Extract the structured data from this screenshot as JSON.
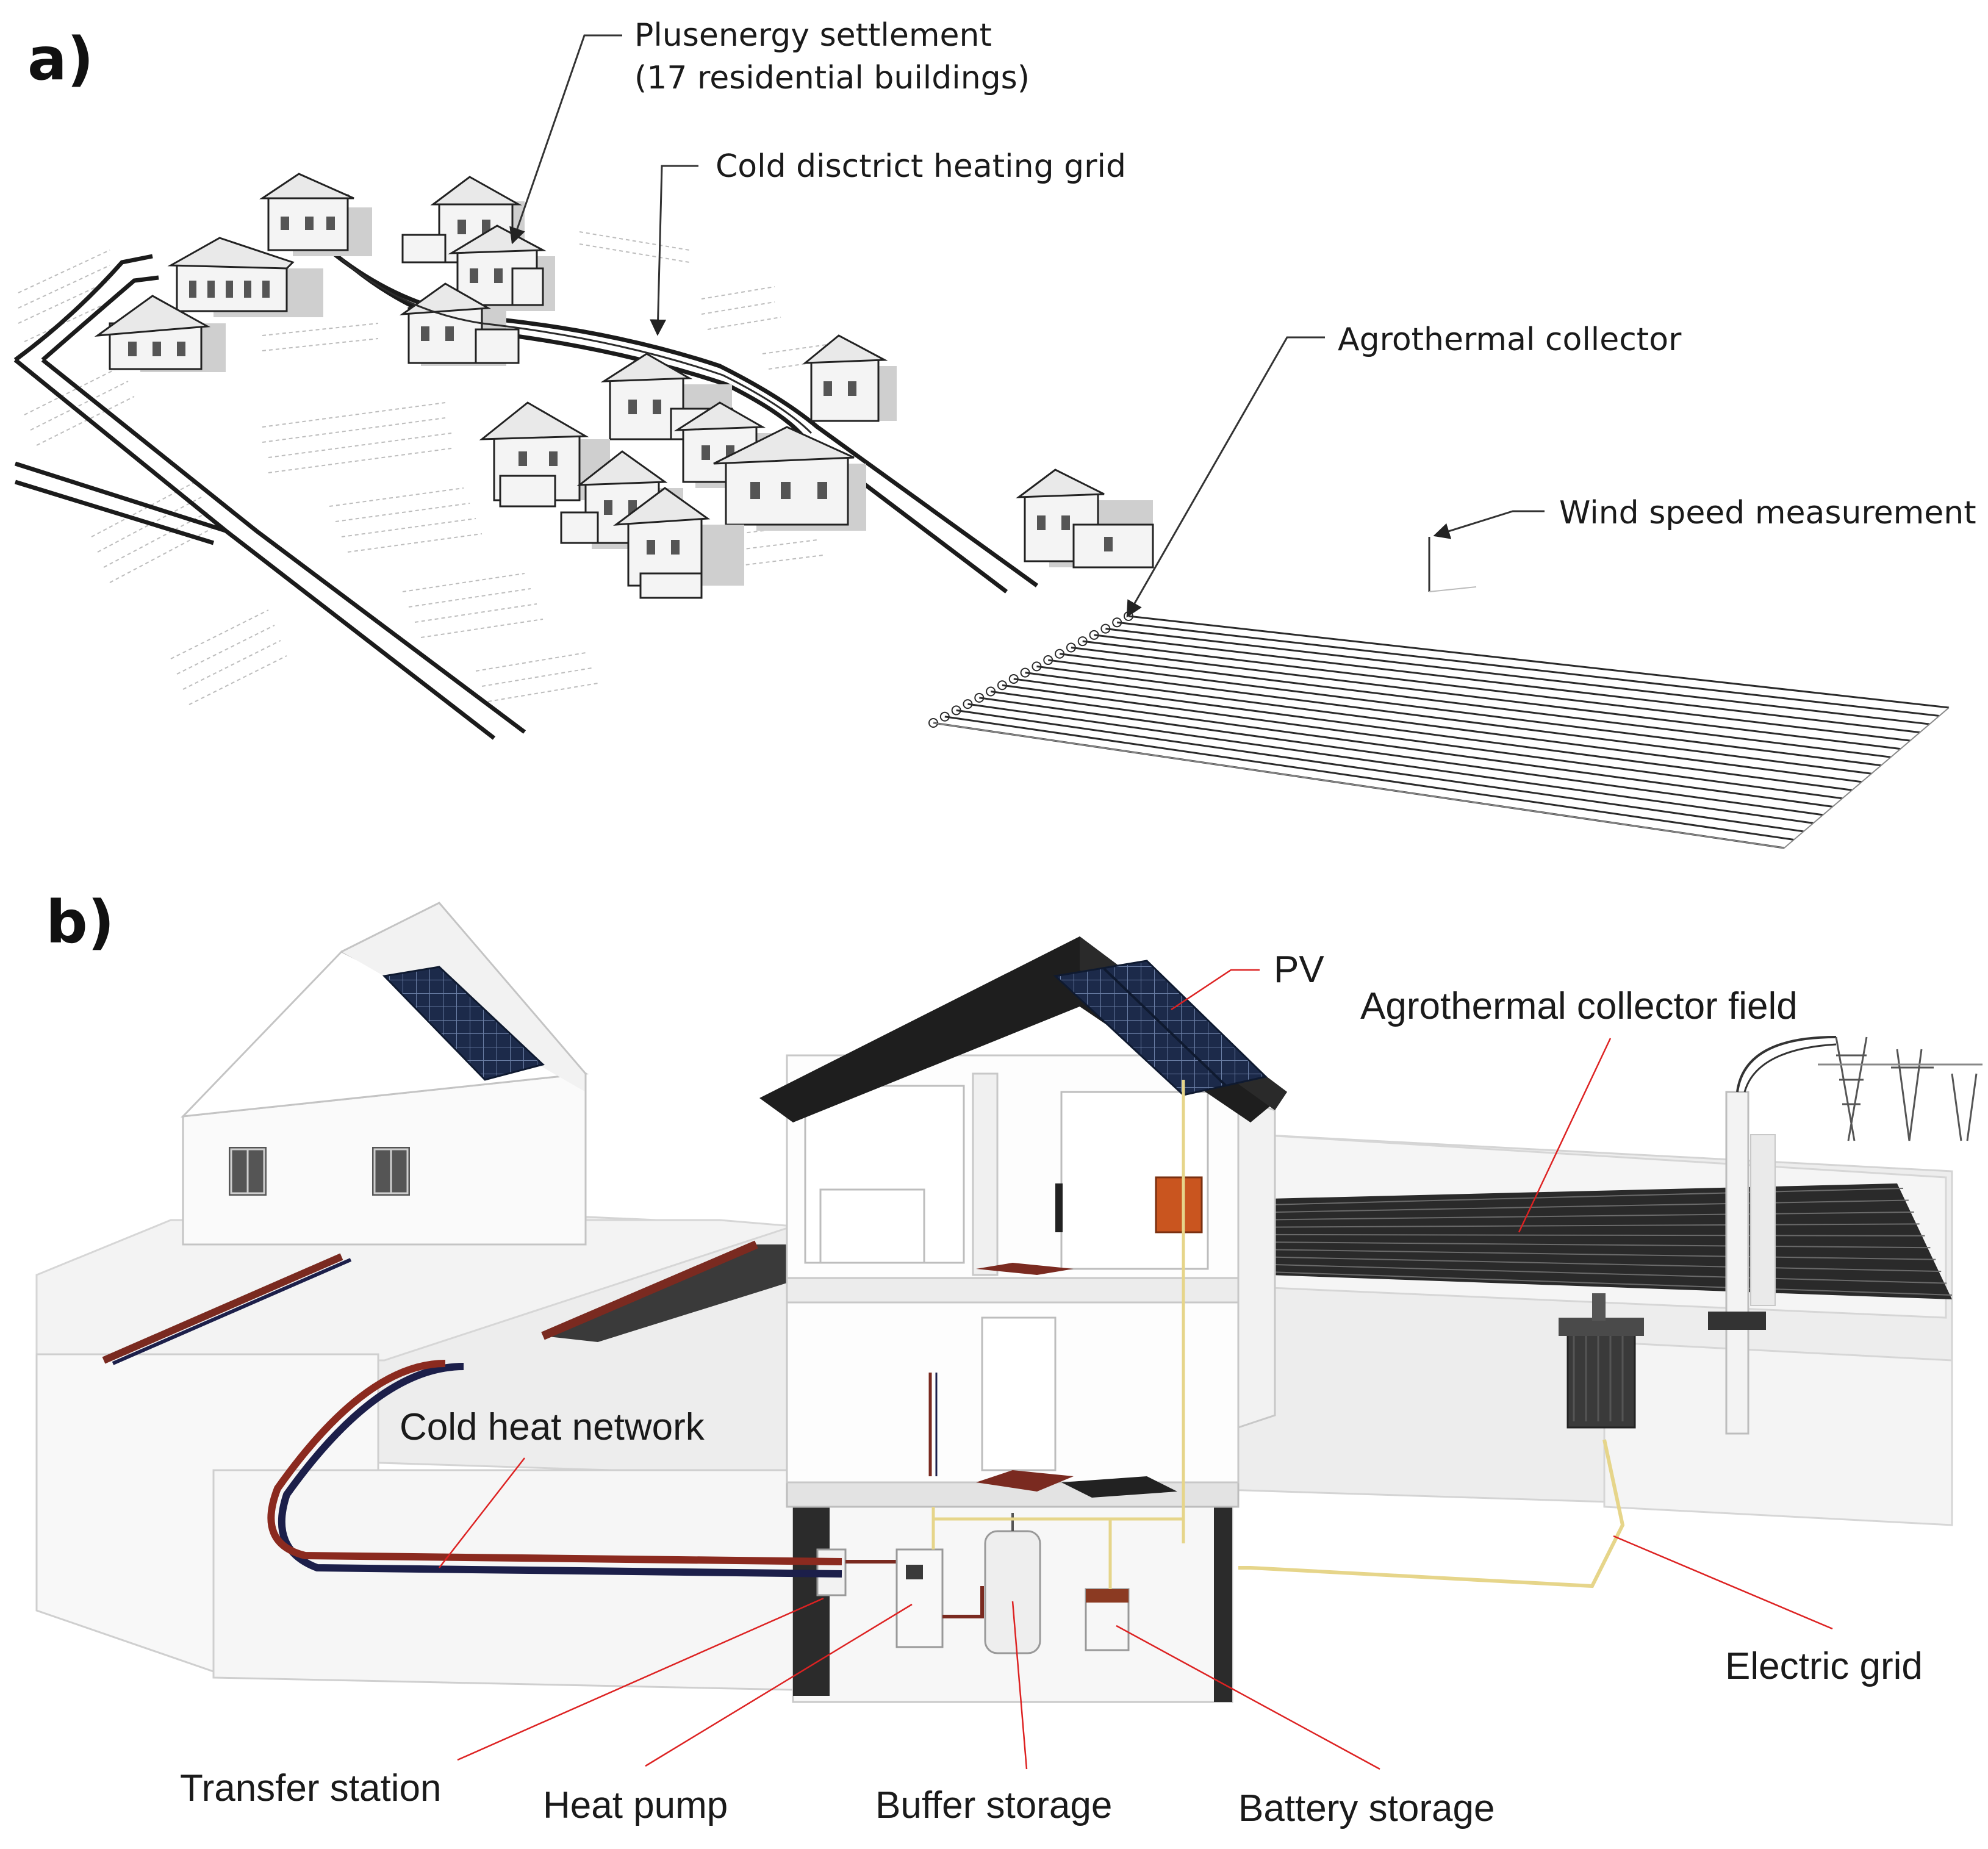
{
  "panel_a": {
    "panel_label": "a)",
    "labels": {
      "settlement_line1": "Plusenergy settlement",
      "settlement_line2": "(17 residential buildings)",
      "cold_grid": "Cold disctrict heating grid",
      "agrothermal_collector": "Agrothermal collector",
      "wind_speed": "Wind speed measurement"
    }
  },
  "panel_b": {
    "panel_label": "b)",
    "labels": {
      "pv": "PV",
      "collector_field": "Agrothermal collector field",
      "cold_heat_network": "Cold heat network",
      "electric_grid": "Electric grid",
      "transfer_station": "Transfer station",
      "heat_pump": "Heat pump",
      "buffer_storage": "Buffer storage",
      "battery_storage": "Battery storage"
    }
  },
  "colors": {
    "leader_red": "#dd2222",
    "pipe_warm": "#8b2a1f",
    "pipe_cold": "#1c1f4a",
    "electric_cable": "#e6d58a",
    "collector_dark": "#2a2a2a",
    "roof_dark": "#1e1e1e",
    "pv_panel": "#1c2a4a",
    "meter_box": "#c9551f"
  }
}
